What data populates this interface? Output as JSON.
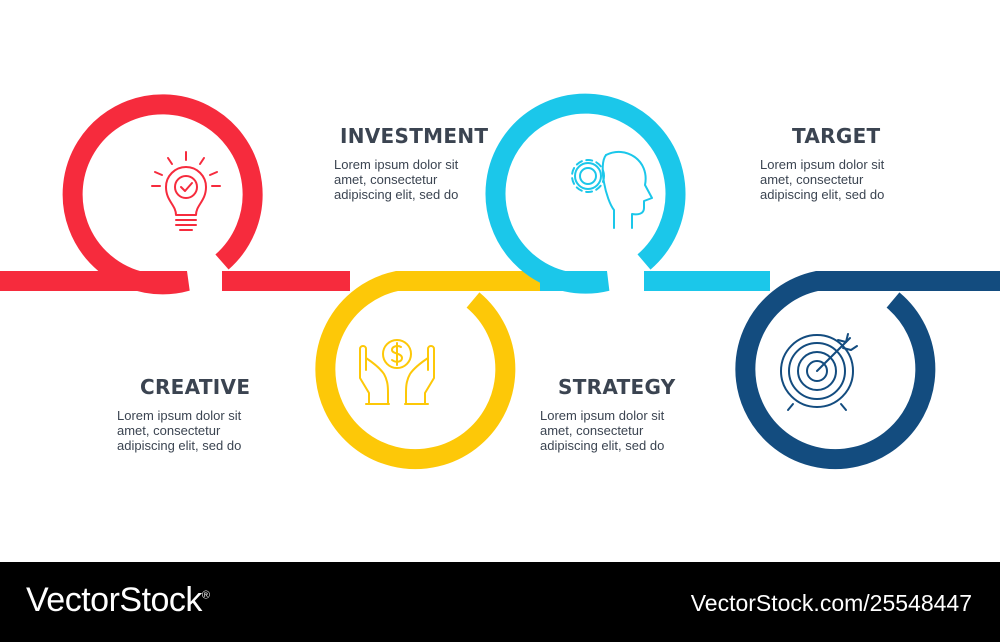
{
  "colors": {
    "red": "#f62b3d",
    "yellow": "#fdc808",
    "cyan": "#1bc7ea",
    "navy": "#134c7f",
    "text": "#3b4451"
  },
  "steps": [
    {
      "title": "INVESTMENT",
      "body": [
        "Lorem ipsum dolor sit",
        "amet, consectetur",
        "adipiscing elit, sed do"
      ],
      "icon": "lightbulb-check-icon",
      "color": "red"
    },
    {
      "title": "CREATIVE",
      "body": [
        "Lorem ipsum dolor sit",
        "amet, consectetur",
        "adipiscing elit, sed do"
      ],
      "icon": "hands-dollar-coin-icon",
      "color": "yellow"
    },
    {
      "title": "TARGET",
      "body": [
        "Lorem ipsum dolor sit",
        "amet, consectetur",
        "adipiscing elit, sed do"
      ],
      "icon": "head-gear-icon",
      "color": "cyan"
    },
    {
      "title": "STRATEGY",
      "body": [
        "Lorem ipsum dolor sit",
        "amet, consectetur",
        "adipiscing elit, sed do"
      ],
      "icon": "target-arrow-icon",
      "color": "navy"
    }
  ],
  "footer": {
    "brand": "VectorStock",
    "registered": "®",
    "image_id": "VectorStock.com/25548447"
  }
}
